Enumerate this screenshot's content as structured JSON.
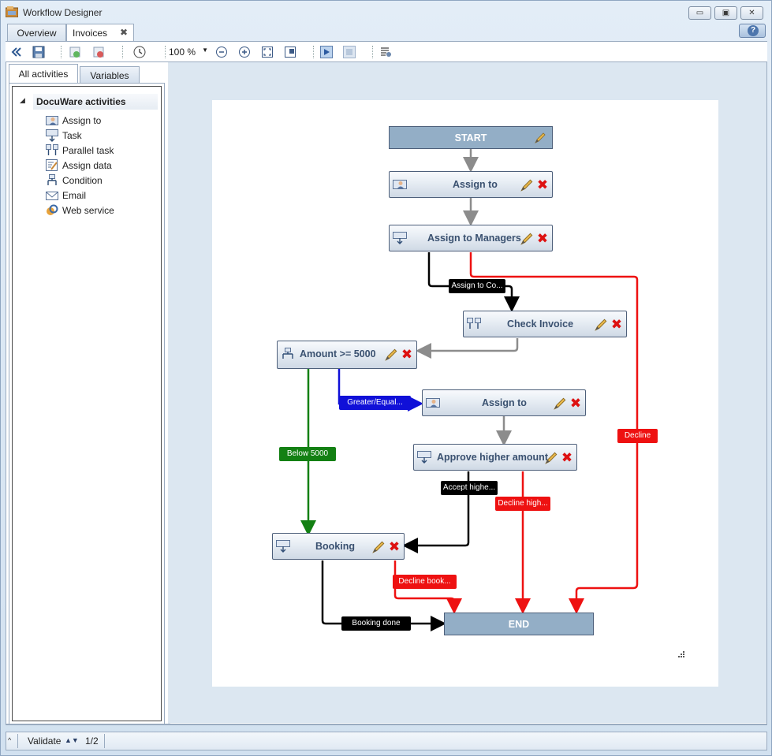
{
  "window": {
    "title": "Workflow Designer",
    "buttons": {
      "minimize": "▭",
      "restore": "▣",
      "close": "✕"
    }
  },
  "doc_tabs": [
    {
      "label": "Overview",
      "active": false
    },
    {
      "label": "Invoices",
      "active": true,
      "close": "✖"
    }
  ],
  "help": {
    "label": "?"
  },
  "toolbar": {
    "zoom": "100 %",
    "buttons": [
      "collapse-panel",
      "save",
      "import",
      "export",
      "history",
      "zoom-out",
      "zoom-in",
      "fit-to-window",
      "overview-window",
      "run",
      "stop",
      "settings"
    ]
  },
  "side_tabs": [
    {
      "label": "All activities",
      "active": true
    },
    {
      "label": "Variables",
      "active": false
    }
  ],
  "activities": {
    "root": "DocuWare activities",
    "items": [
      {
        "label": "Assign to",
        "icon": "assign-to-icon"
      },
      {
        "label": "Task",
        "icon": "task-icon"
      },
      {
        "label": "Parallel task",
        "icon": "parallel-task-icon"
      },
      {
        "label": "Assign data",
        "icon": "assign-data-icon"
      },
      {
        "label": "Condition",
        "icon": "condition-icon"
      },
      {
        "label": "Email",
        "icon": "email-icon"
      },
      {
        "label": "Web service",
        "icon": "web-service-icon"
      }
    ]
  },
  "workflow": {
    "start": "START",
    "end": "END",
    "nodes": {
      "assign_to_1": "Assign to",
      "assign_to_managers": "Assign to Managers",
      "check_invoice": "Check Invoice",
      "amount_condition": "Amount  >= 5000",
      "assign_to_2": "Assign to",
      "approve_higher": "Approve higher amount",
      "booking": "Booking"
    },
    "edge_labels": {
      "assign_to_co": "Assign to Co...",
      "decline": "Decline",
      "greater_equal": "Greater/Equal...",
      "below_5000": "Below 5000",
      "accept_higher": "Accept highe...",
      "decline_higher": "Decline high...",
      "decline_booking": "Decline book...",
      "booking_done": "Booking done"
    },
    "colors": {
      "gray": "#8c8c8c",
      "black": "#000000",
      "red": "#ee1111",
      "blue": "#1010d8",
      "green": "#138013",
      "terminal": "#93aec6"
    }
  },
  "status": {
    "validate": "Validate",
    "count": "1/2"
  }
}
